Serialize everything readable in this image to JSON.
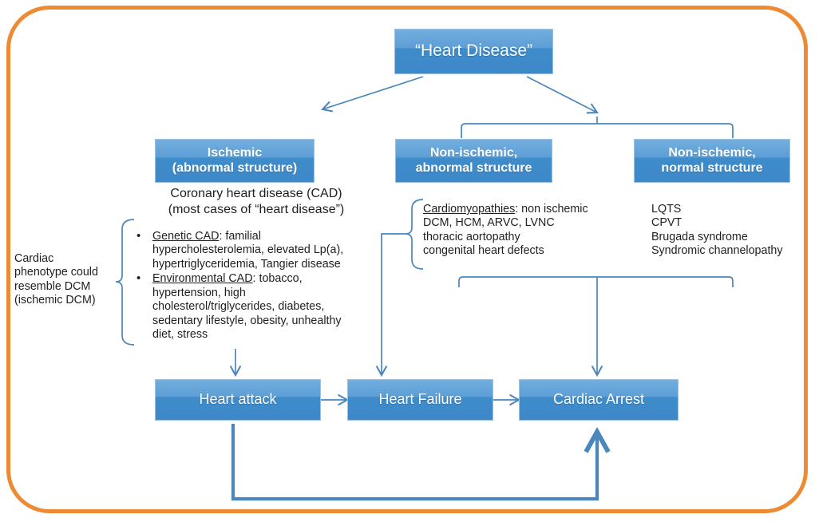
{
  "figure": {
    "title_box": "“Heart Disease”",
    "frame_color": "#ED8B34",
    "box_color": "#3f8ccb",
    "connector_color": "#4a87bd"
  },
  "categories": [
    {
      "name": "ischemic",
      "line1": "Ischemic",
      "line2": "(abnormal structure)"
    },
    {
      "name": "non-ischemic-abnormal",
      "line1": "Non-ischemic,",
      "line2": "abnormal structure"
    },
    {
      "name": "non-ischemic-normal",
      "line1": "Non-ischemic,",
      "line2": "normal structure"
    }
  ],
  "ischemic_column": {
    "heading_line1": "Coronary heart disease (CAD)",
    "heading_line2": "(most cases of “heart disease”)",
    "bullets": [
      {
        "label": "Genetic CAD",
        "lines": [
          ":  familial",
          "hypercholesterolemia, elevated Lp(a),",
          "hypertriglyceridemia, Tangier disease"
        ]
      },
      {
        "label": "Environmental CAD",
        "lines": [
          ": tobacco,",
          "hypertension, high",
          "cholesterol/triglycerides, diabetes,",
          "sedentary lifestyle, obesity, unhealthy",
          "diet, stress"
        ]
      }
    ]
  },
  "side_note": {
    "lines": [
      "Cardiac",
      "phenotype could",
      "resemble DCM",
      "(ischemic DCM)"
    ]
  },
  "middle_column": {
    "label": "Cardiomyopathies",
    "lines": [
      ": non ischemic",
      "DCM, HCM, ARVC, LVNC",
      "thoracic aortopathy",
      "congenital heart defects"
    ]
  },
  "right_column": {
    "lines": [
      "LQTS",
      "CPVT",
      "Brugada syndrome",
      "Syndromic channelopathy"
    ]
  },
  "outcomes": [
    {
      "name": "heart-attack",
      "label": "Heart attack"
    },
    {
      "name": "heart-failure",
      "label": "Heart Failure"
    },
    {
      "name": "cardiac-arrest",
      "label": "Cardiac Arrest"
    }
  ]
}
